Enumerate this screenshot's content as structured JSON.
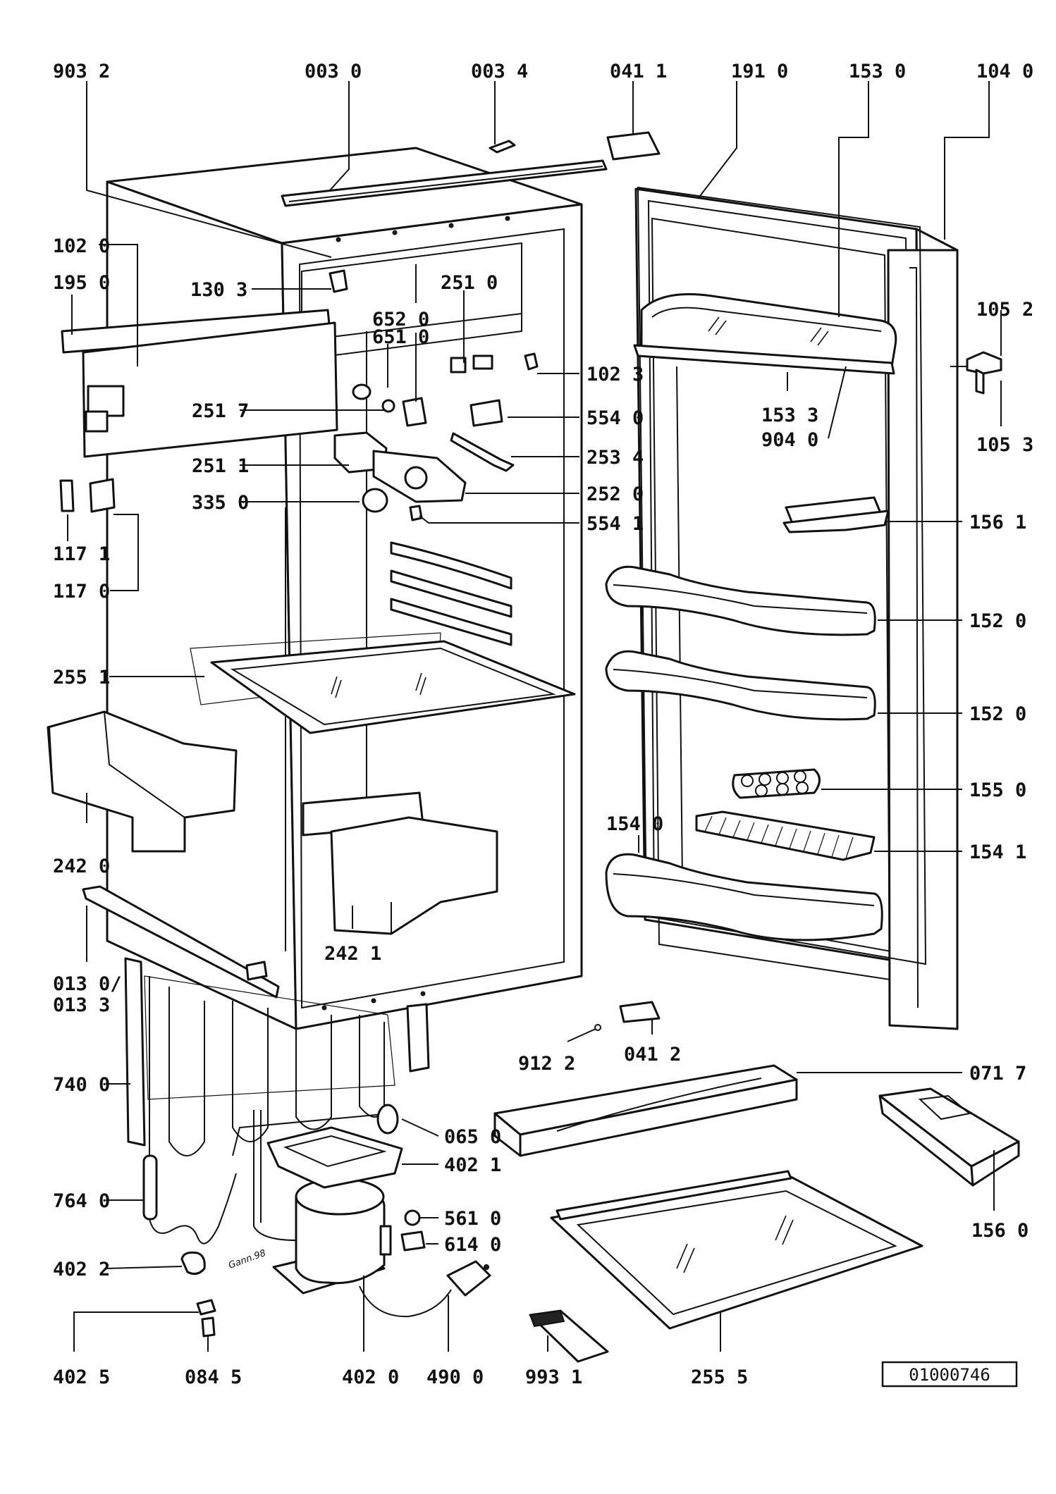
{
  "reference_number": "01000746",
  "signature": "Gann.98",
  "labels": {
    "p9032": "903 2",
    "p0030": "003 0",
    "p0034": "003 4",
    "p0411": "041 1",
    "p1910": "191 0",
    "p1530": "153 0",
    "p1040": "104 0",
    "p1020": "102 0",
    "p1950": "195 0",
    "p1303": "130 3",
    "p2510": "251 0",
    "p6520": "652 0",
    "p6510": "651 0",
    "p1023": "102 3",
    "p1052": "105 2",
    "p2517": "251 7",
    "p5540": "554 0",
    "p1533": "153 3",
    "p9040": "904 0",
    "p1053": "105 3",
    "p2511": "251 1",
    "p2534": "253 4",
    "p3350": "335 0",
    "p2520": "252 0",
    "p5541": "554 1",
    "p1561": "156 1",
    "p1171": "117 1",
    "p1170": "117 0",
    "p1520a": "152 0",
    "p2551": "255 1",
    "p1520b": "152 0",
    "p1550": "155 0",
    "p1540": "154 0",
    "p2420": "242 0",
    "p1541": "154 1",
    "p2421": "242 1",
    "p0130": "013 0/",
    "p0133": "013 3",
    "p9122": "912 2",
    "p0412": "041 2",
    "p0717": "071 7",
    "p7400": "740 0",
    "p0650": "065 0",
    "p4021": "402 1",
    "p7640": "764 0",
    "p5610": "561 0",
    "p6140": "614 0",
    "p1560": "156 0",
    "p4022": "402 2",
    "p4025": "402 5",
    "p0845": "084 5",
    "p4020": "402 0",
    "p4900": "490 0",
    "p9931": "993 1",
    "p2555": "255 5"
  }
}
